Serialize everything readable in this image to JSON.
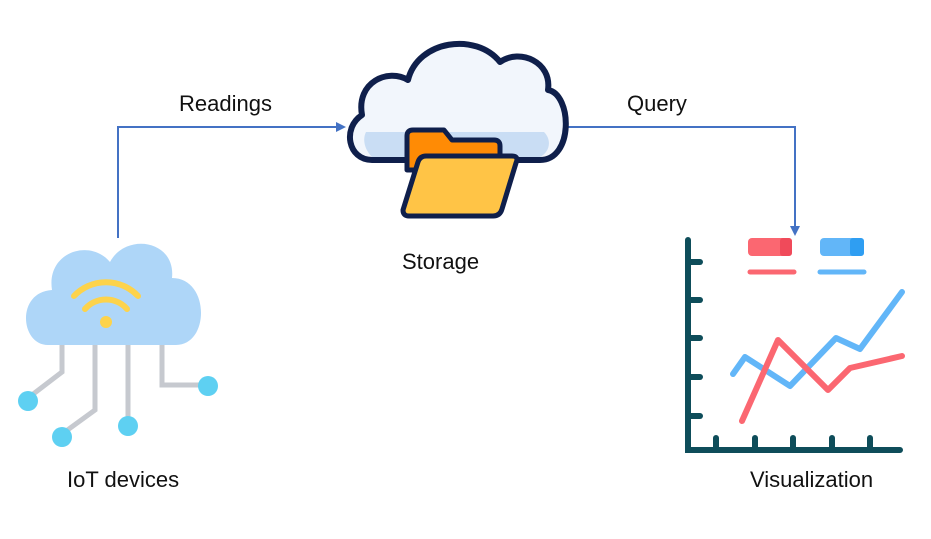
{
  "nodes": {
    "iot": {
      "label": "IoT devices",
      "icon": "iot-cloud-wifi-icon"
    },
    "storage": {
      "label": "Storage",
      "icon": "cloud-folder-icon"
    },
    "visualization": {
      "label": "Visualization",
      "icon": "line-chart-icon"
    }
  },
  "edges": {
    "readings": {
      "label": "Readings",
      "from": "IoT devices",
      "to": "Storage"
    },
    "query": {
      "label": "Query",
      "from": "Storage",
      "to": "Visualization"
    }
  },
  "colors": {
    "arrow": "#4472c4",
    "cloud_light": "#aed6f8",
    "cloud_white": "#f2f6fc",
    "cloud_outline": "#0f1f4b",
    "folder_orange": "#ff8b05",
    "folder_yellow": "#ffc446",
    "wifi_yellow": "#fdd34b",
    "device_node": "#5ed0f2",
    "device_wire": "#c6c9cf",
    "chart_axis": "#0e4d5a",
    "series_red": "#fb6771",
    "series_blue": "#62b6f8"
  }
}
